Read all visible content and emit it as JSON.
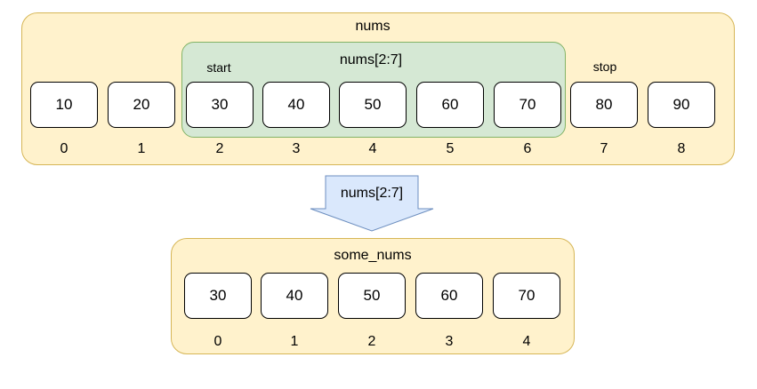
{
  "nums": {
    "title": "nums",
    "values": [
      "10",
      "20",
      "30",
      "40",
      "50",
      "60",
      "70",
      "80",
      "90"
    ],
    "indices": [
      "0",
      "1",
      "2",
      "3",
      "4",
      "5",
      "6",
      "7",
      "8"
    ]
  },
  "slice": {
    "label": "nums[2:7]",
    "start_label": "start",
    "stop_label": "stop"
  },
  "arrow": {
    "label": "nums[2:7]",
    "color": "#dae8fc",
    "border_color": "#6c8ebf"
  },
  "some_nums": {
    "title": "some_nums",
    "values": [
      "30",
      "40",
      "50",
      "60",
      "70"
    ],
    "indices": [
      "0",
      "1",
      "2",
      "3",
      "4"
    ]
  },
  "colors": {
    "container_fill": "#fff2cc",
    "container_border": "#d6b656",
    "slice_fill": "#d5e8d4",
    "slice_border": "#82b366"
  }
}
